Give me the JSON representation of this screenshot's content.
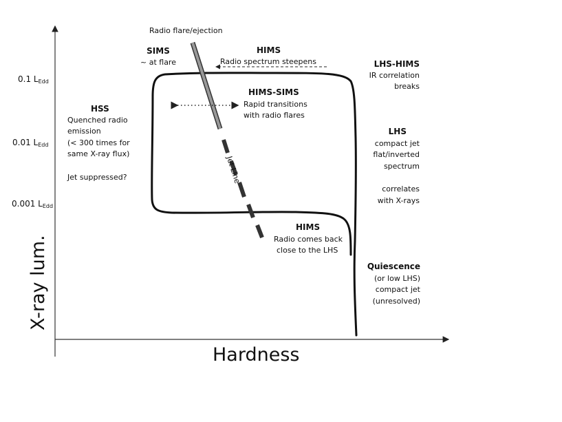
{
  "axes": {
    "x_label": "Hardness",
    "y_label": "X-ray lum.",
    "ticks": [
      {
        "main": "0.1 L",
        "sub": "Edd"
      },
      {
        "main": "0.01 L",
        "sub": "Edd"
      },
      {
        "main": "0.001 L",
        "sub": "Edd"
      }
    ]
  },
  "labels": {
    "radio_flare": "Radio flare/ejection",
    "sims_title": "SIMS",
    "sims_note": "~ at flare",
    "hims_top_title": "HIMS",
    "hims_top_note": "Radio spectrum steepens",
    "lhs_hims_title": "LHS-HIMS",
    "lhs_hims_note_1": "IR correlation",
    "lhs_hims_note_2": "breaks",
    "hims_sims_title": "HIMS-SIMS",
    "hims_sims_note_1": "Rapid transitions",
    "hims_sims_note_2": "with radio flares",
    "hss_title": "HSS",
    "hss_lines": [
      "Quenched radio",
      "emission",
      "(< 300 times for",
      "same X-ray flux)",
      "",
      "Jet suppressed?"
    ],
    "lhs_title": "LHS",
    "lhs_lines": [
      "compact jet",
      "flat/inverted",
      "spectrum",
      "",
      "correlates",
      "with X-rays"
    ],
    "jet_line": "Jet Line",
    "hims_bottom_title": "HIMS",
    "hims_bottom_note_1": "Radio comes back",
    "hims_bottom_note_2": "close to the LHS",
    "quiescence_title": "Quiescence",
    "quiescence_lines": [
      "(or low LHS)",
      "compact jet",
      "(unresolved)"
    ]
  }
}
